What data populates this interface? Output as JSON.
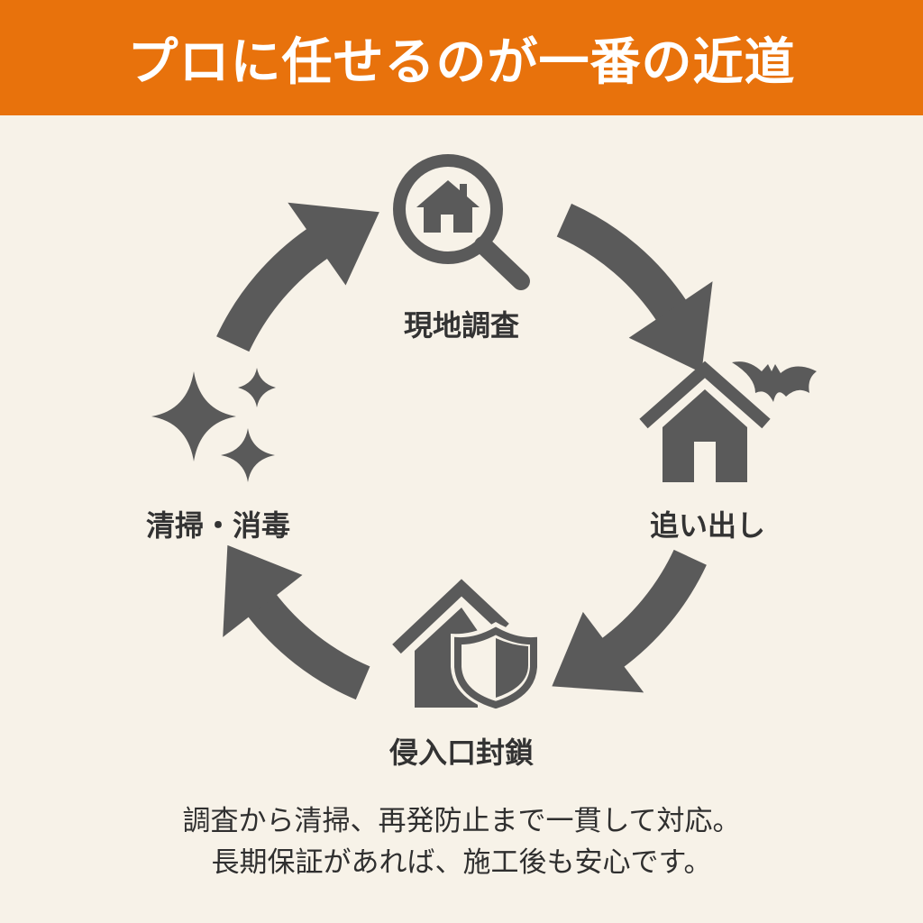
{
  "header": {
    "title": "プロに任せるのが一番の近道"
  },
  "colors": {
    "header": "#e8720c",
    "background": "#f7f2e8",
    "icon": "#5a5a5a"
  },
  "steps": [
    {
      "label": "現地調査",
      "icon": "house-magnifier-icon"
    },
    {
      "label": "追い出し",
      "icon": "house-bat-icon"
    },
    {
      "label": "侵入口封鎖",
      "icon": "house-shield-icon"
    },
    {
      "label": "清掃・消毒",
      "icon": "sparkles-icon"
    }
  ],
  "footer": {
    "line1": "調査から清掃、再発防止まで一貫して対応。",
    "line2": "長期保証があれば、施工後も安心です。"
  }
}
